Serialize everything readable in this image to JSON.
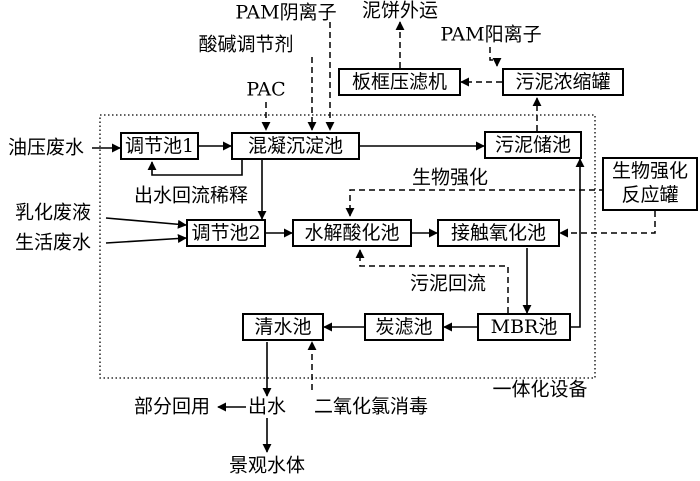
{
  "nodes": {
    "tiaojie1": "调节池1",
    "hunning": "混凝沉淀池",
    "wuni_chu": "污泥储池",
    "bankuang": "板框压滤机",
    "nongsuo": "污泥浓缩罐",
    "tiaojie2": "调节池2",
    "shuijie": "水解酸化池",
    "jiechu": "接触氧化池",
    "shengwu_line1": "生物强化",
    "shengwu_line2": "反应罐",
    "mbr": "MBR池",
    "tanlv": "炭滤池",
    "qingshui": "清水池"
  },
  "labels": {
    "pam_an": "PAM阴离子",
    "suanjian": "酸碱调节剂",
    "pac": "PAC",
    "nibing": "泥饼外运",
    "pam_yang": "PAM阳离子",
    "youya": "油压废水",
    "ruhua": "乳化废液",
    "shenghuo": "生活废水",
    "huiliu_xishi": "出水回流稀释",
    "shengwu_qianghua": "生物强化",
    "wuni_huiliu": "污泥回流",
    "yitihua": "一体化设备",
    "chushui": "出水",
    "bufen": "部分回用",
    "eryang": "二氧化氯消毒",
    "jingguan": "景观水体"
  }
}
